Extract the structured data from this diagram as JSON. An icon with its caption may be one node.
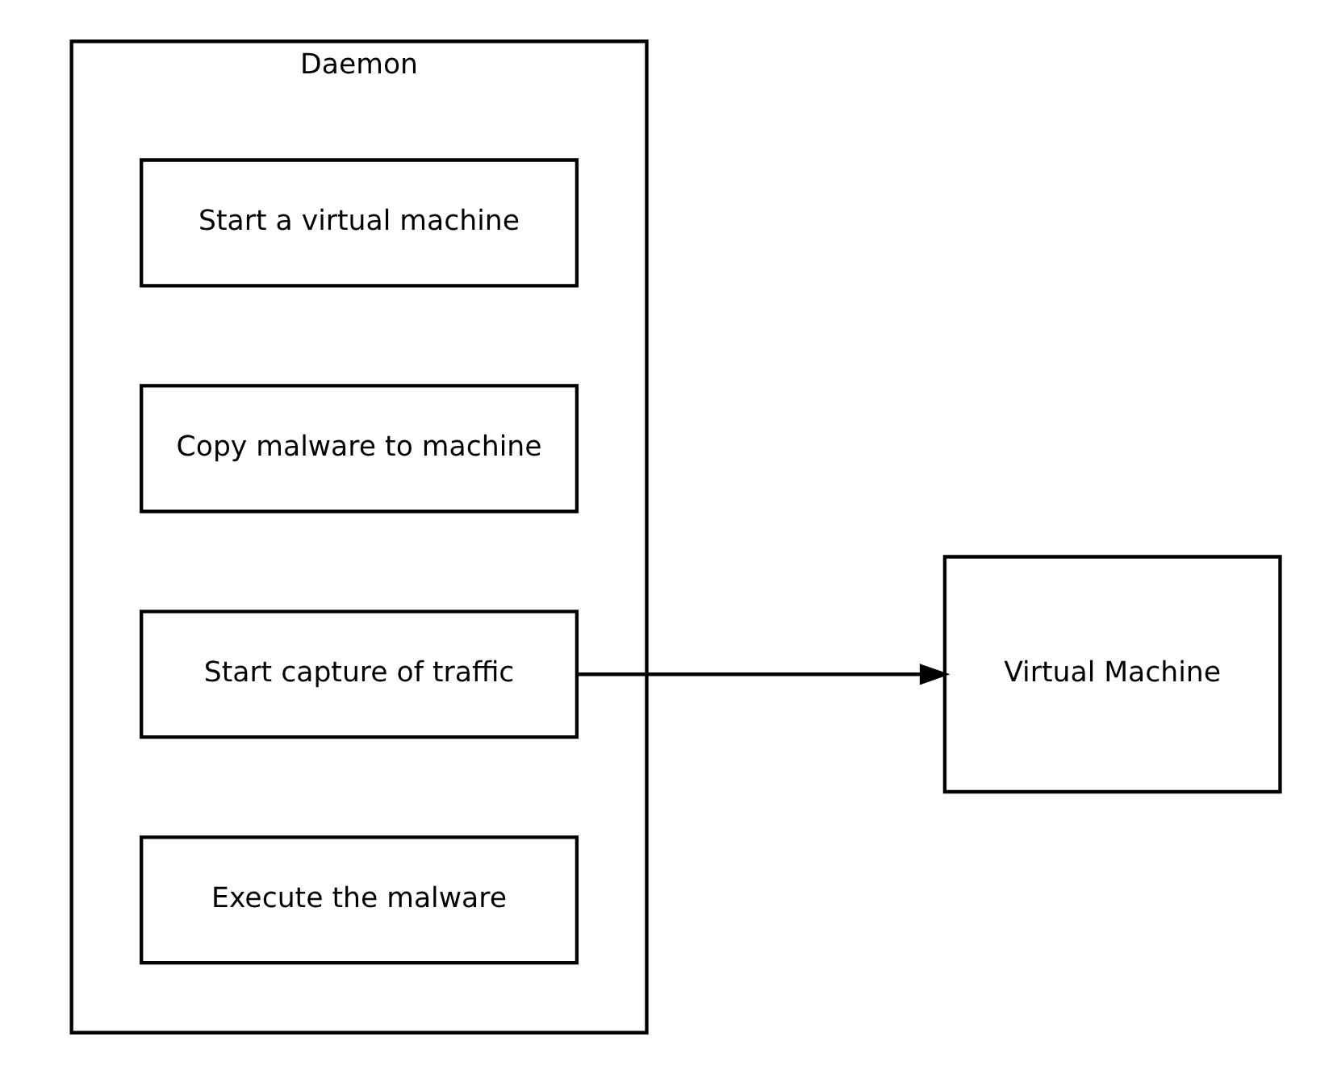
{
  "diagram": {
    "nodes": [
      {
        "text": [
          "Daemon"
        ]
      },
      {
        "text": [
          "Start a virtual machine"
        ],
        "in": 0
      },
      {
        "text": [
          "Copy malware to machine"
        ],
        "in": 0
      },
      {
        "text": [
          "Start capture of traffic"
        ],
        "in": 0
      },
      {
        "text": [
          "Execute the malware"
        ],
        "in": 0
      },
      {
        "text": [
          "Virtual Machine"
        ]
      }
    ],
    "edges": [
      {
        "from": 3,
        "to": 5,
        "arrow": "to"
      }
    ]
  }
}
